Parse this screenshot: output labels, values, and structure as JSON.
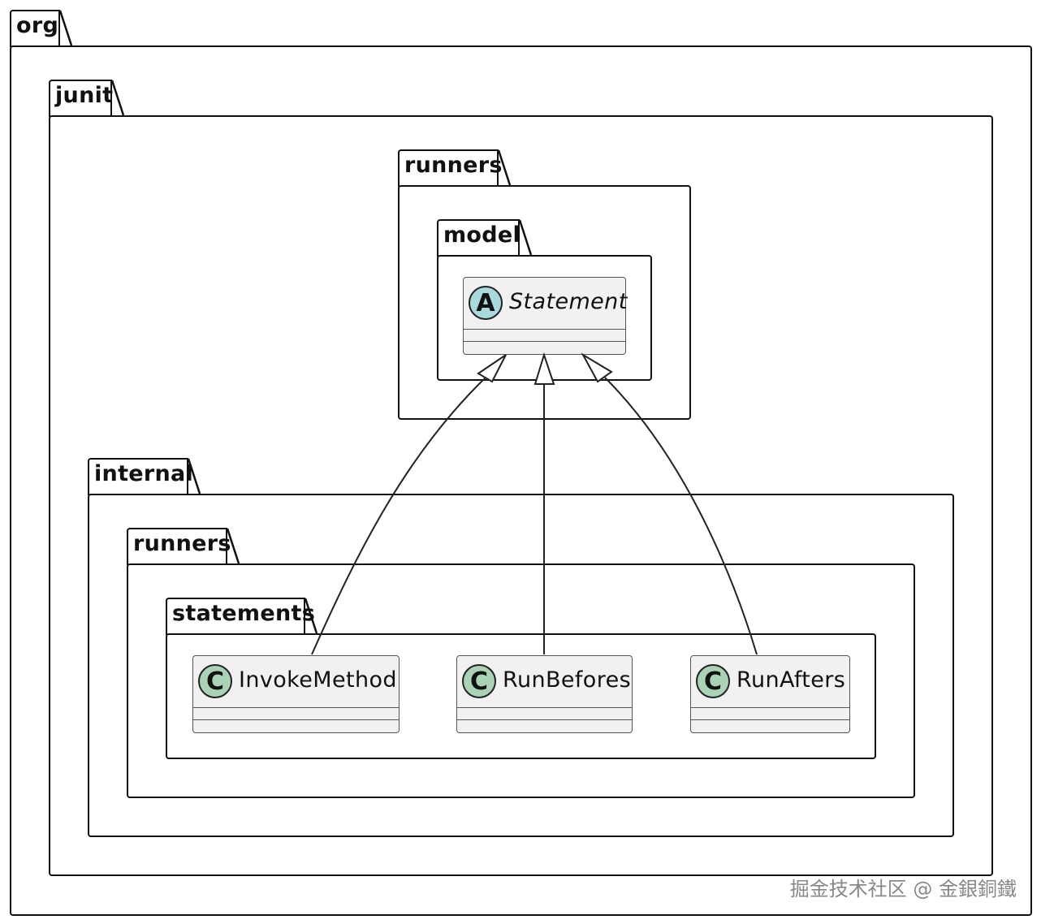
{
  "packages": {
    "org": "org",
    "junit": "junit",
    "runners_top": "runners",
    "model": "model",
    "internal": "internal",
    "runners_inner": "runners",
    "statements": "statements"
  },
  "classes": {
    "statement": {
      "name": "Statement",
      "stereotype": "A"
    },
    "invoke_method": {
      "name": "InvokeMethod",
      "stereotype": "C"
    },
    "run_befores": {
      "name": "RunBefores",
      "stereotype": "C"
    },
    "run_afters": {
      "name": "RunAfters",
      "stereotype": "C"
    }
  },
  "relations": [
    {
      "from": "InvokeMethod",
      "to": "Statement",
      "type": "extends"
    },
    {
      "from": "RunBefores",
      "to": "Statement",
      "type": "extends"
    },
    {
      "from": "RunAfters",
      "to": "Statement",
      "type": "extends"
    }
  ],
  "watermark": "掘金技术社区 @ 金銀銅鐵",
  "colors": {
    "class_fill": "#f1f1f1",
    "class_circle": "#a9d3b4",
    "abstract_circle": "#a8d9dd",
    "border": "#111111"
  }
}
